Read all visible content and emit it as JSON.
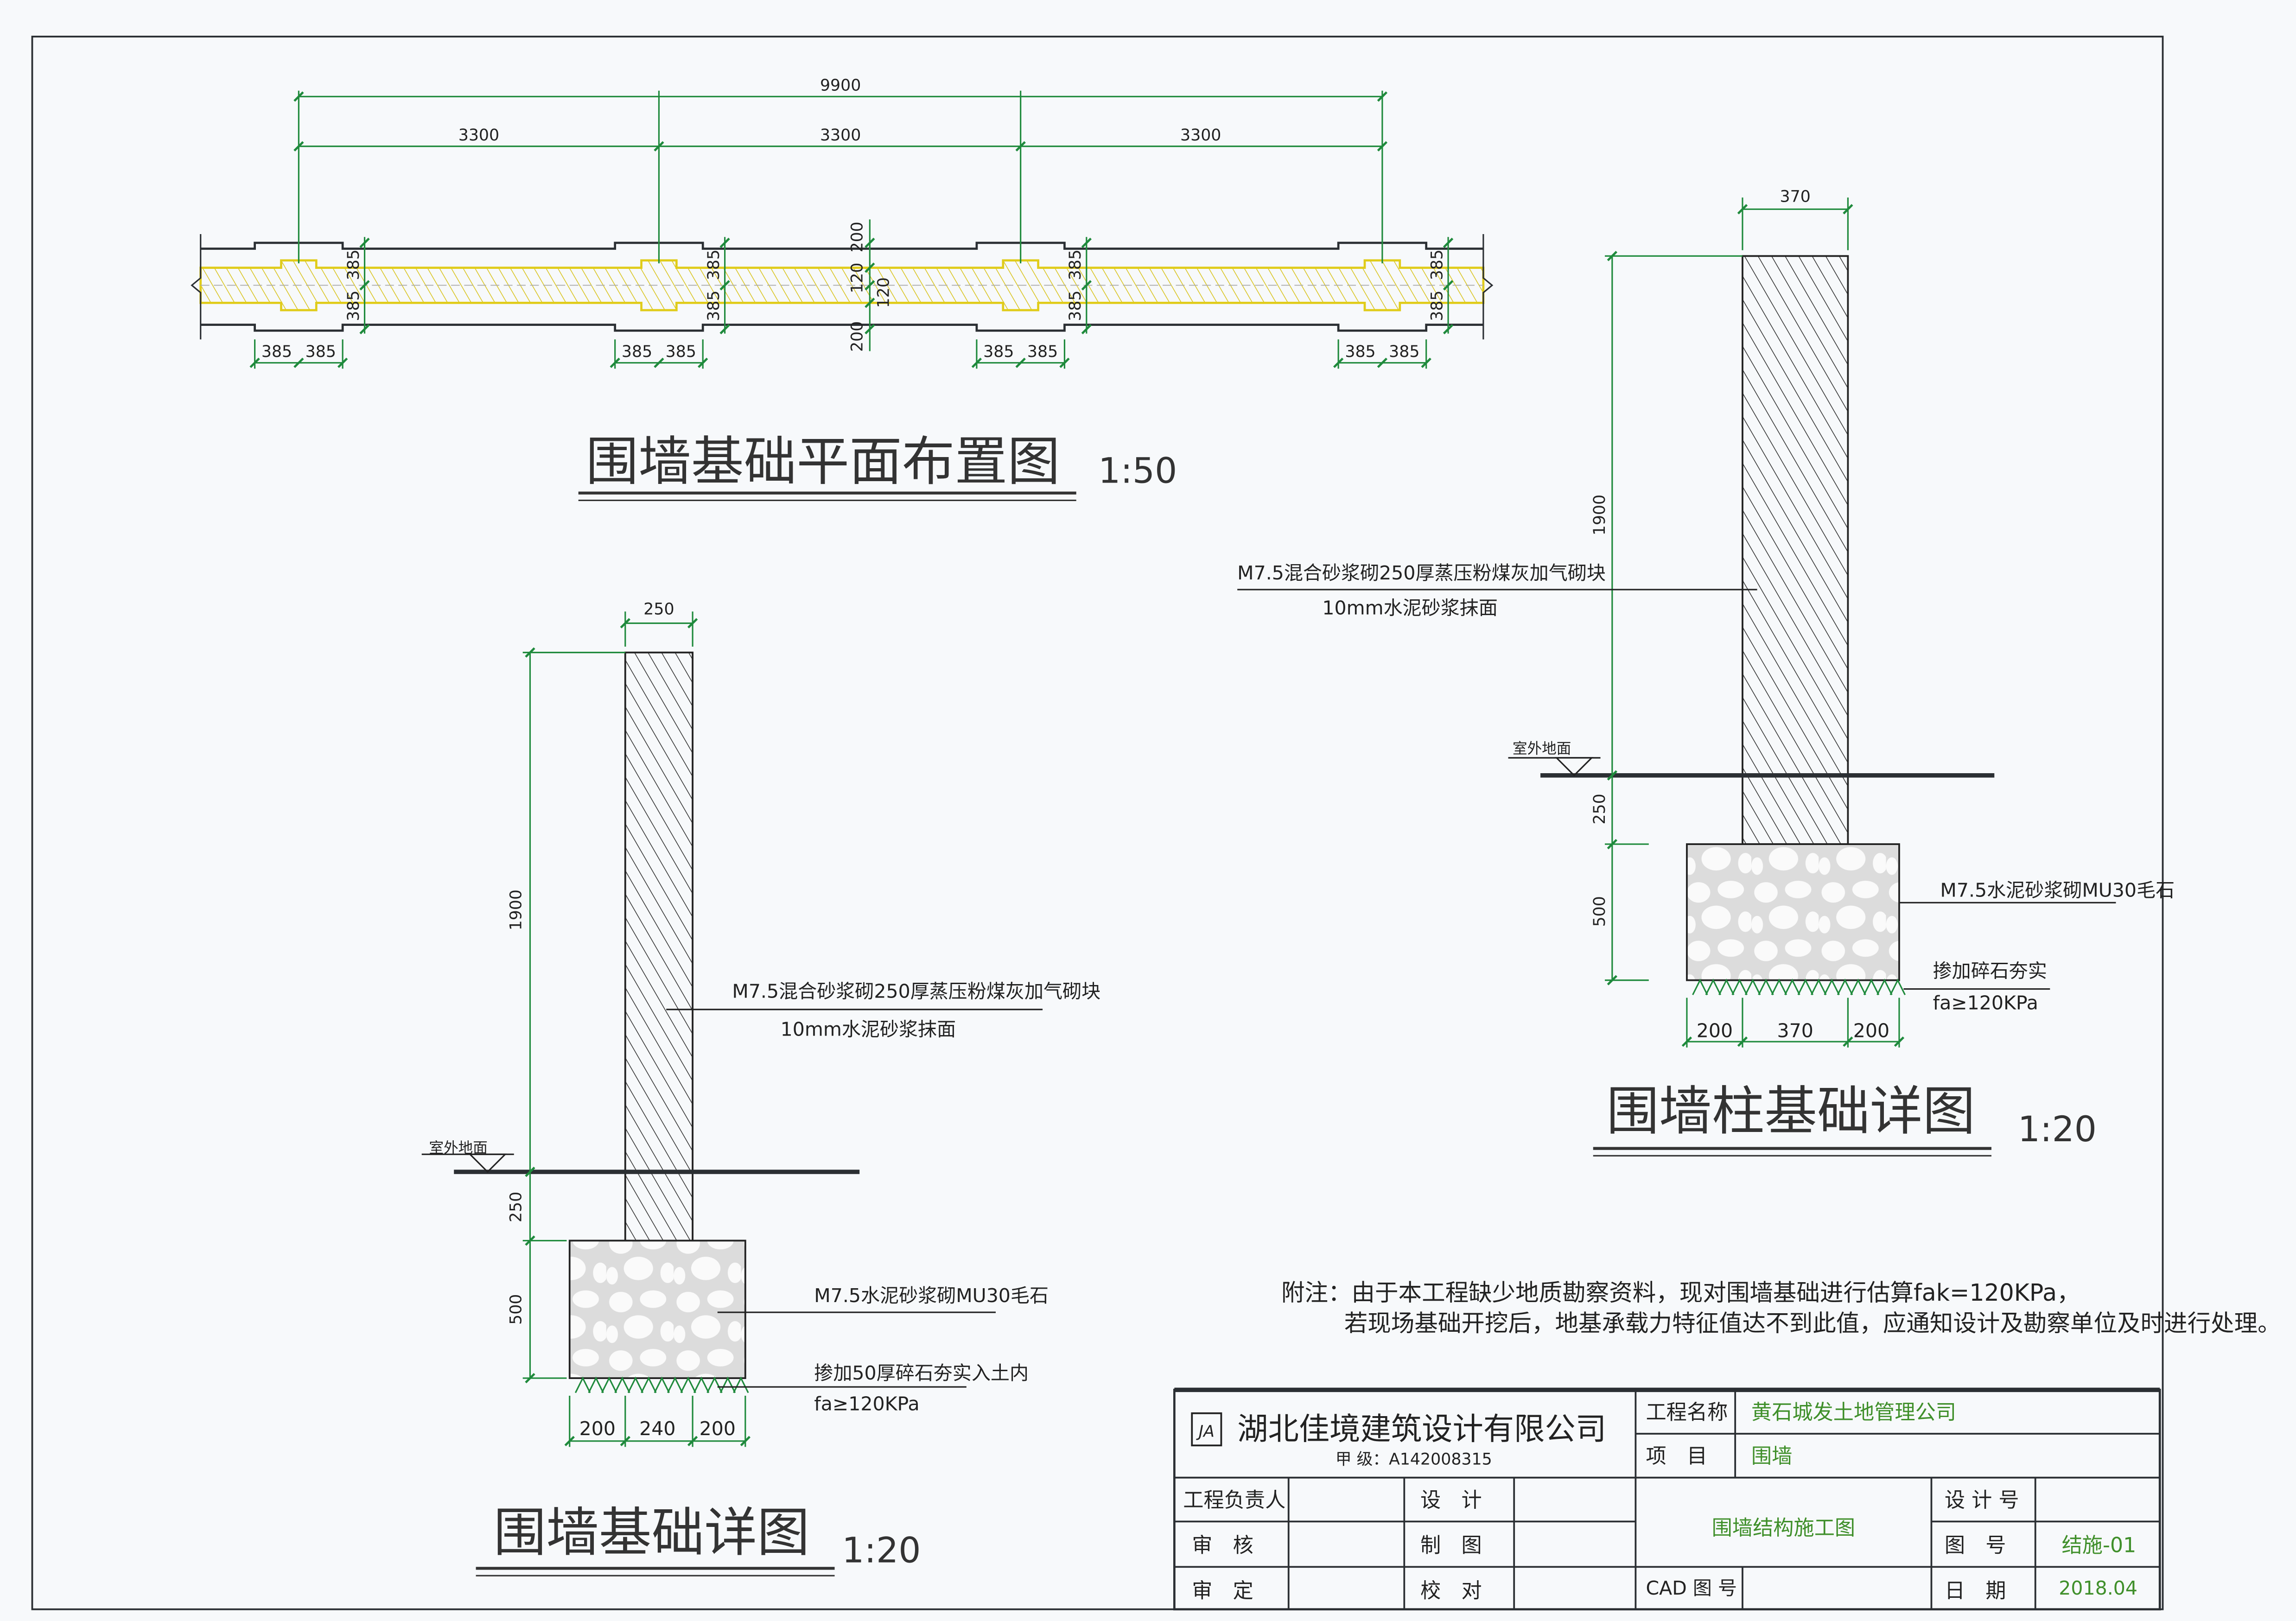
{
  "plan": {
    "dim_total": "9900",
    "dim_bays": [
      "3300",
      "3300",
      "3300"
    ],
    "pier_dim": "385",
    "wall_dims": [
      "200",
      "120",
      "120",
      "200"
    ],
    "title": "围墙基础平面布置图",
    "scale": "1:50"
  },
  "wall_detail": {
    "top_dim": "250",
    "heights": [
      "1900",
      "250",
      "500"
    ],
    "bottom_dims": [
      "200",
      "240",
      "200"
    ],
    "wall_label_1": "M7.5混合砂浆砌250厚蒸压粉煤灰加气砌块",
    "wall_label_2": "10mm水泥砂浆抹面",
    "ground_label": "室外地面",
    "footing_label": "M7.5水泥砂浆砌MU30毛石",
    "base_label": "掺加50厚碎石夯实入土内",
    "bearing_label": "fa≥120KPa",
    "title": "围墙基础详图",
    "scale": "1:20"
  },
  "column_detail": {
    "top_dim": "370",
    "heights": [
      "1900",
      "250",
      "500"
    ],
    "bottom_dims": [
      "200",
      "370",
      "200"
    ],
    "wall_label_1": "M7.5混合砂浆砌250厚蒸压粉煤灰加气砌块",
    "wall_label_2": "10mm水泥砂浆抹面",
    "ground_label": "室外地面",
    "footing_label": "M7.5水泥砂浆砌MU30毛石",
    "base_label": "掺加碎石夯实",
    "bearing_label": "fa≥120KPa",
    "title": "围墙柱基础详图",
    "scale": "1:20"
  },
  "note": {
    "line_1": "附注：由于本工程缺少地质勘察资料，现对围墙基础进行估算fak=120KPa，",
    "line_2": "若现场基础开挖后，地基承载力特征值达不到此值，应通知设计及勘察单位及时进行处理。"
  },
  "title_block": {
    "company": "湖北佳境建筑设计有限公司",
    "logo_text": "JA",
    "grade": "甲 级：A142008315",
    "project_name_label": "工程名称",
    "project_name": "黄石城发土地管理公司",
    "item_label": "项　目",
    "item": "围墙",
    "drawing_title": "围墙结构施工图",
    "roles": [
      "工程负责人",
      "审　核",
      "审　定"
    ],
    "roles2": [
      "设　计",
      "制　图",
      "校　对"
    ],
    "cad_label": "CAD 图 号",
    "design_no_label": "设 计 号",
    "drawing_no_label": "图　号",
    "drawing_no": "结施-01",
    "date_label": "日　期",
    "date": "2018.04"
  }
}
